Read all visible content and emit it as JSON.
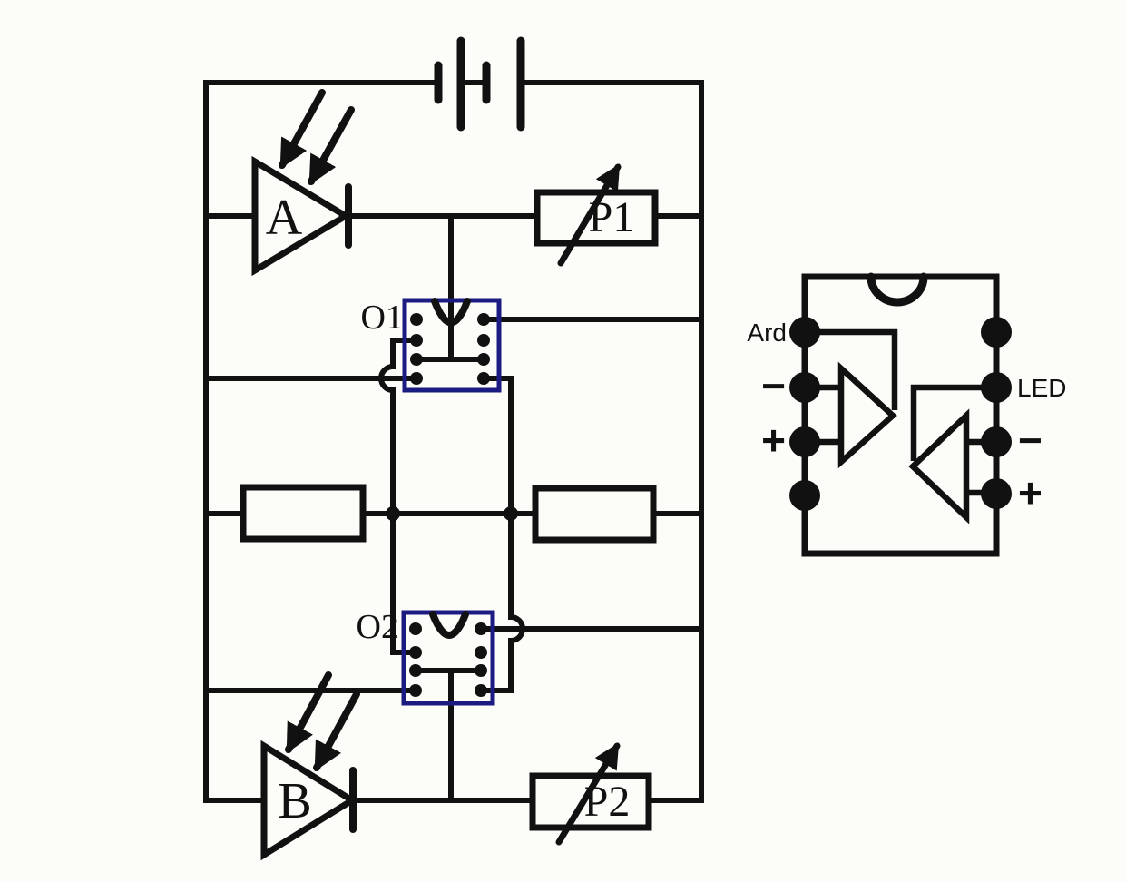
{
  "colors": {
    "background": "#fcfcf9",
    "wire": "#111111",
    "chip_outline": "#1b1b82"
  },
  "main_circuit": {
    "battery": {
      "name": "battery-two-cell"
    },
    "photodiode_a": {
      "label": "A"
    },
    "photodiode_b": {
      "label": "B"
    },
    "optocoupler_o1": {
      "label": "O1"
    },
    "optocoupler_o2": {
      "label": "O2"
    },
    "potentiometer_p1": {
      "label": "P1"
    },
    "potentiometer_p2": {
      "label": "P2"
    }
  },
  "ic_pinout": {
    "left_pins": [
      "Ard",
      "−",
      "+",
      ""
    ],
    "right_pins": [
      "",
      "LED",
      "−",
      "+"
    ]
  }
}
